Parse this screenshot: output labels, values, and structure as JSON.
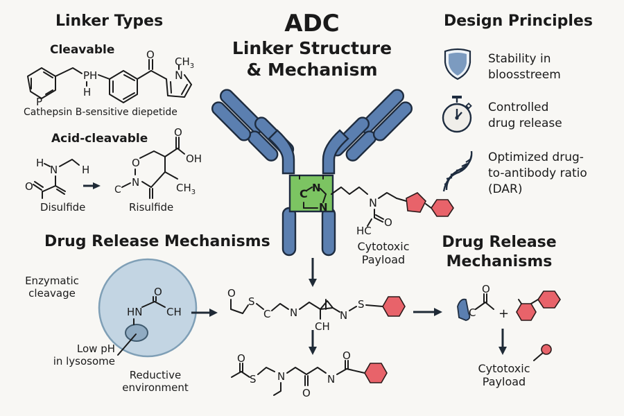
{
  "title": {
    "line1": "ADC",
    "line2": "Linker Structure",
    "line3": "& Mechanism"
  },
  "linker_types": {
    "heading": "Linker Types",
    "cleavable": {
      "heading": "Cleavable",
      "atoms": {
        "p_ring": "P",
        "ph": "PH",
        "h": "H",
        "o": "O",
        "n": "N",
        "ch3": "CH",
        "ch3_sub": "3"
      },
      "caption": "Cathepsin B-sensitive diepetide"
    },
    "acid_cleavable": {
      "heading": "Acid-cleavable",
      "left_atoms": {
        "h1": "H",
        "n": "N",
        "h2": "H",
        "o": "O"
      },
      "left_caption": "Disulfide",
      "right_atoms": {
        "o_ring": "O",
        "c": "C",
        "n": "N",
        "o_top": "O",
        "oh": "OH",
        "ch3": "CH",
        "ch3_sub": "3"
      },
      "right_caption": "Risulfide"
    }
  },
  "design_principles": {
    "heading": "Design Principles",
    "items": [
      {
        "icon": "shield-icon",
        "line1": "Stability in",
        "line2": "bloosstreem"
      },
      {
        "icon": "stopwatch-icon",
        "line1": "Controlled",
        "line2": "drug release"
      },
      {
        "icon": "dna-icon",
        "line1": "Optimized drug-",
        "line2": "to-antibody ratio",
        "line3": "(DAR)"
      }
    ]
  },
  "antibody": {
    "linker_atoms": {
      "c": "C",
      "n1": "N",
      "n2": "N",
      "n3": "N",
      "hc": "HC",
      "o": "O"
    },
    "payload_label_line1": "Cytotoxic",
    "payload_label_line2": "Payload"
  },
  "drug_release_left": {
    "heading": "Drug Release Mechanisms",
    "label_enzymatic_1": "Enzymatic",
    "label_enzymatic_2": "cleavage",
    "label_lowph_1": "Low pH",
    "label_lowph_2": "in lysosome",
    "label_reductive_1": "Reductive",
    "label_reductive_2": "environment",
    "atoms": {
      "hn": "HN",
      "o": "O",
      "ch": "CH"
    }
  },
  "center_chain": {
    "upper_atoms": {
      "o": "O",
      "s1": "S",
      "c": "C",
      "n1": "N",
      "ch": "CH",
      "n2": "N",
      "s2": "S"
    },
    "lower_atoms": {
      "o1": "O",
      "s": "S",
      "n1": "N",
      "o2": "O",
      "n2": "N",
      "o3": "O"
    }
  },
  "drug_release_right": {
    "heading_line1": "Drug Release",
    "heading_line2": "Mechanisms",
    "atoms": {
      "c": "C",
      "o": "O",
      "plus": "+"
    },
    "payload_label_line1": "Cytotoxic",
    "payload_label_line2": "Payload"
  },
  "colors": {
    "antibody_blue": "#5b7fb0",
    "linker_green": "#7cc462",
    "payload_red": "#e8636a",
    "vesicle_blue": "#c3d5e3",
    "background": "#f8f7f4"
  }
}
